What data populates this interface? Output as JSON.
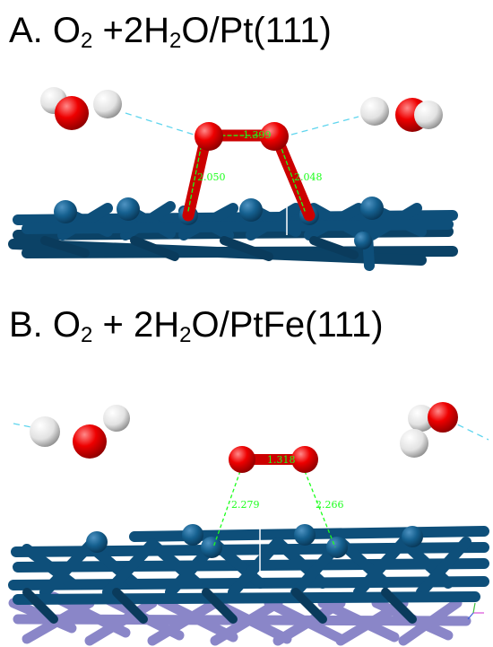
{
  "panel_a": {
    "title_prefix": "A. O",
    "title_sub1": "2",
    "title_middle": " +2H",
    "title_sub2": "2",
    "title_suffix": "O/Pt(111)",
    "labels": {
      "o_o": "1.399",
      "left_pt_o": "2.050",
      "right_pt_o": "2.048"
    }
  },
  "panel_b": {
    "title_prefix": "B. O",
    "title_sub1": "2",
    "title_middle": " + 2H",
    "title_sub2": "2",
    "title_suffix": "O/PtFe(111)",
    "labels": {
      "o_o": "1.318",
      "left_pt_o": "2.279",
      "right_pt_o": "2.266"
    }
  },
  "colors": {
    "pt": "#0e4f7a",
    "fe": "#8a86c8",
    "oxygen": "#e60000",
    "hydrogen": "#e8e8e8",
    "hbond": "#5fd5ee",
    "distance": "#1cff1c"
  }
}
